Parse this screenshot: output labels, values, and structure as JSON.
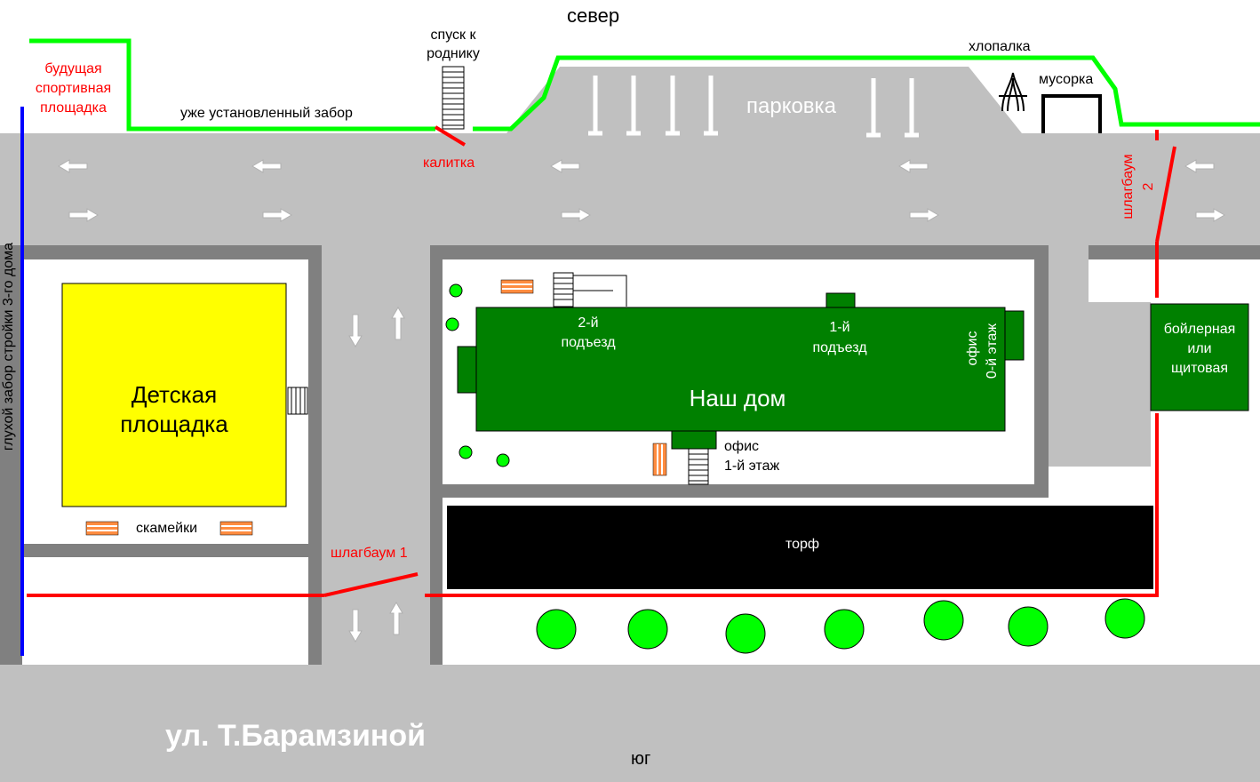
{
  "labels": {
    "north": "север",
    "south": "юг",
    "street": "ул. Т.Барамзиной",
    "future_sports_1": "будущая",
    "future_sports_2": "спортивная",
    "future_sports_3": "площадка",
    "fence_installed": "уже установленный забор",
    "spring_descent_1": "спуск к",
    "spring_descent_2": "роднику",
    "gate": "калитка",
    "parking": "парковка",
    "carpet_beater": "хлопалка",
    "trash": "мусорка",
    "barrier2_1": "шлагбаум",
    "barrier2_2": "2",
    "blank_fence": "глухой забор стройки 3-го дома",
    "playground_1": "Детская",
    "playground_2": "площадка",
    "benches": "скамейки",
    "entrance2_1": "2-й",
    "entrance2_2": "подъезд",
    "entrance1_1": "1-й",
    "entrance1_2": "подъезд",
    "office0_1": "офис",
    "office0_2": "0-й этаж",
    "our_house": "Наш дом",
    "office1_1": "офис",
    "office1_2": "1-й этаж",
    "boiler_1": "бойлерная",
    "boiler_2": "или",
    "boiler_3": "щитовая",
    "peat": "торф",
    "barrier1": "шлагбаум 1"
  },
  "legend_colors": {
    "road": "#c0c0c0",
    "curb": "#808080",
    "fence_green": "#00ff00",
    "barrier_red": "#ff0000",
    "blank_fence_blue": "#0000ff",
    "building": "#008000",
    "playground": "#ffff00",
    "peat": "#000000",
    "bench": "#ff8c40",
    "tree": "#00ff00"
  }
}
